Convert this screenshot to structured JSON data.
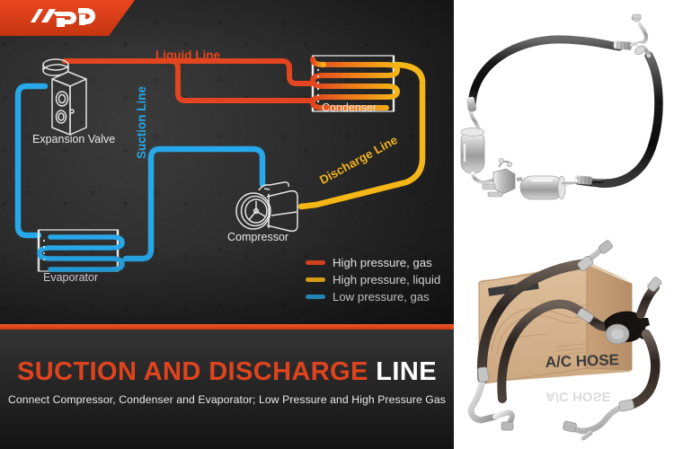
{
  "brand": {
    "logo_icon": "ap-logo-icon",
    "banner_color": "#d63d18"
  },
  "diagram": {
    "components": [
      {
        "id": "expansion-valve",
        "label": "Expansion Valve"
      },
      {
        "id": "evaporator",
        "label": "Evaporator"
      },
      {
        "id": "condenser",
        "label": "Condenser"
      },
      {
        "id": "compressor",
        "label": "Compressor"
      }
    ],
    "lines": [
      {
        "id": "liquid-line",
        "label": "Liquid Line",
        "color": "#e8441d"
      },
      {
        "id": "suction-line",
        "label": "Suction Line",
        "color": "#27a8e8"
      },
      {
        "id": "discharge-line",
        "label": "Discharge Line",
        "color": "#f0b21a"
      }
    ],
    "legend": [
      {
        "label": "High pressure, gas",
        "color": "#e2451f"
      },
      {
        "label": "High pressure, liquid",
        "color": "#f5b617"
      },
      {
        "label": "Low pressure, gas",
        "color": "#2aa9e8"
      }
    ]
  },
  "title": {
    "headline_accent": "SUCTION AND DISCHARGE",
    "headline_plain": "LINE",
    "subtitle": "Connect Compressor, Condenser and Evaporator; Low Pressure and High Pressure Gas",
    "accent_color": "#e0441e"
  },
  "product_photos": [
    {
      "id": "hose-assembly-photo",
      "caption": ""
    },
    {
      "id": "hose-with-box-photo",
      "box_label": "A/C HOSE",
      "box_label_mirror": "A/C HOSE"
    }
  ]
}
